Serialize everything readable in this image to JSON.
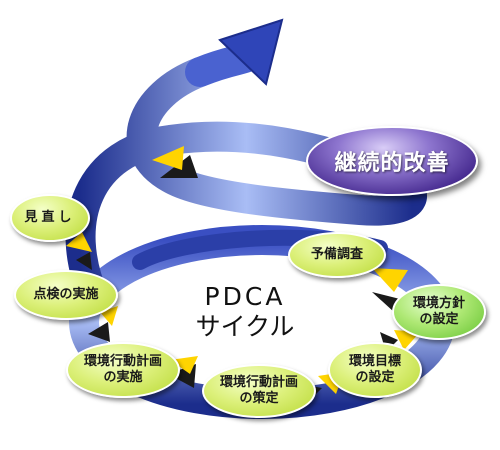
{
  "diagram": {
    "title_line1": "PDCA",
    "title_line2": "サイクル",
    "continuous": "継続的改善",
    "steps": {
      "survey": "予備調査",
      "policy": [
        "環境方針",
        "の設定"
      ],
      "target": [
        "環境目標",
        "の設定"
      ],
      "plan": [
        "環境行動計画",
        "の策定"
      ],
      "implement": [
        "環境行動計画",
        "の実施"
      ],
      "check": "点検の実施",
      "review": "見直し"
    },
    "colors": {
      "spiral_dark": "#1c2d8c",
      "spiral_light": "#8fa6ee",
      "arrow_yellow": "#ffd400",
      "arrow_black": "#1a1a1a",
      "node_lime": "#dcf07a",
      "node_green": "#8fd84c",
      "oval_purple": "#4a2e93"
    }
  }
}
